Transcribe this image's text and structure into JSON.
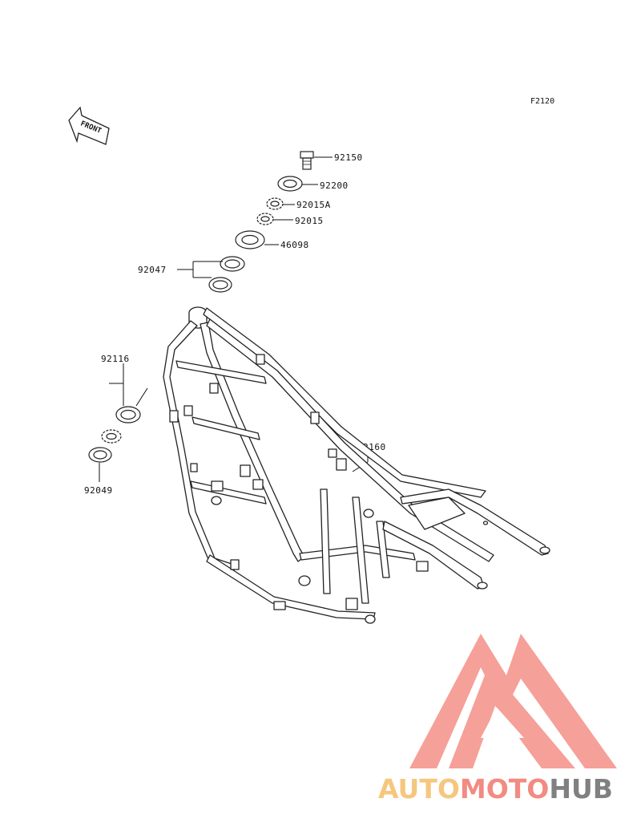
{
  "diagram_code": "F2120",
  "front_label": "FRONT",
  "parts": [
    {
      "number": "92150"
    },
    {
      "number": "92200"
    },
    {
      "number": "92015A"
    },
    {
      "number": "92015"
    },
    {
      "number": "46098"
    },
    {
      "number": "92047"
    },
    {
      "number": "92116"
    },
    {
      "number": "92049"
    },
    {
      "number": "32160"
    }
  ],
  "watermark": {
    "part1": "AUTO",
    "part2": "MOTO",
    "part3": "HUB",
    "colors": {
      "auto": "#f5c77e",
      "moto": "#f28b82",
      "hub": "#808080",
      "logo": "#f4968e"
    }
  }
}
